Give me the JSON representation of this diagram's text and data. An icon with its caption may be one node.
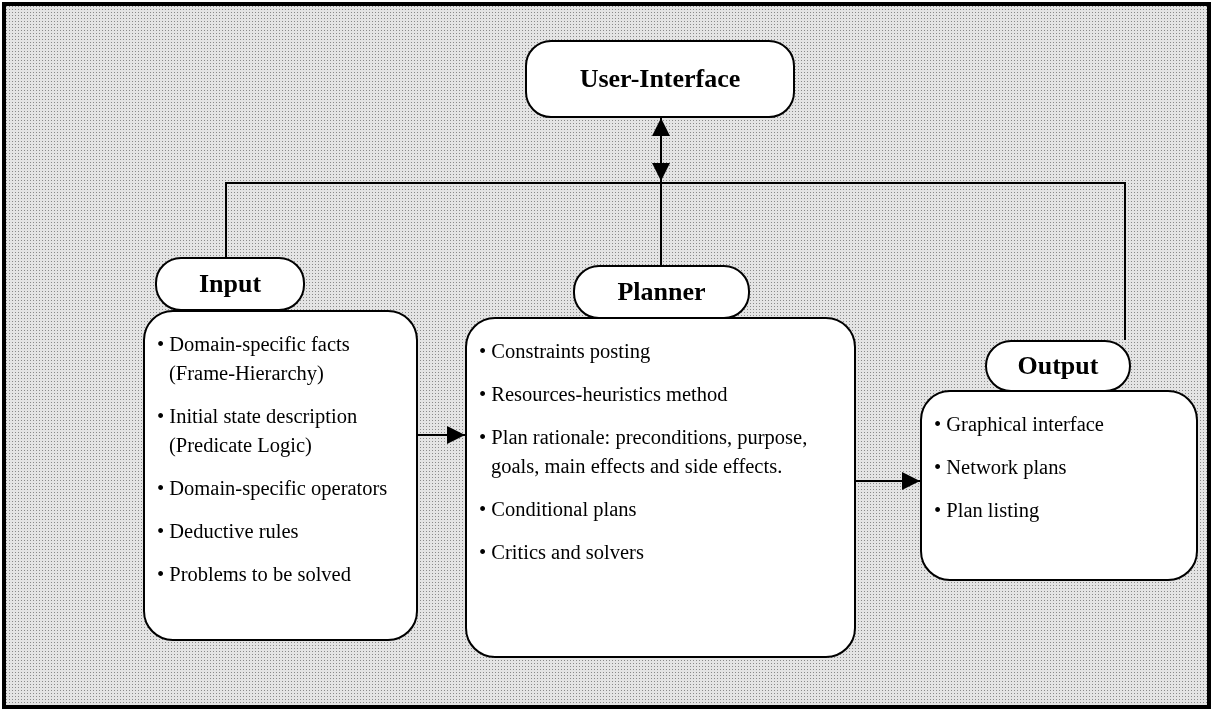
{
  "diagram": {
    "nodes": [
      {
        "text": [
          "User-Interface"
        ]
      },
      {
        "text": [
          "Input"
        ]
      },
      {
        "text": [
          "• Domain-specific facts (Frame-Hierarchy)",
          "• Initial state description (Predicate Logic)",
          "• Domain-specific operators",
          "• Deductive rules",
          "• Problems to be solved"
        ]
      },
      {
        "text": [
          "Planner"
        ]
      },
      {
        "text": [
          "• Constraints posting",
          "• Resources-heuristics method",
          "• Plan rationale: preconditions, purpose, goals, main effects and side effects.",
          "• Conditional plans",
          "• Critics and solvers"
        ]
      },
      {
        "text": [
          "Output"
        ]
      },
      {
        "text": [
          "• Graphical interface",
          "• Network plans",
          "• Plan listing"
        ]
      }
    ],
    "edges": [
      {
        "from": null,
        "to": 0,
        "arrow": "both"
      },
      {
        "from": 0,
        "to": 3,
        "arrow": "none"
      },
      {
        "from": 0,
        "to": 1,
        "arrow": "none"
      },
      {
        "from": 0,
        "to": 5,
        "arrow": "none"
      },
      {
        "from": 2,
        "to": 4,
        "arrow": "to"
      },
      {
        "from": 4,
        "to": 6,
        "arrow": "to"
      }
    ]
  }
}
